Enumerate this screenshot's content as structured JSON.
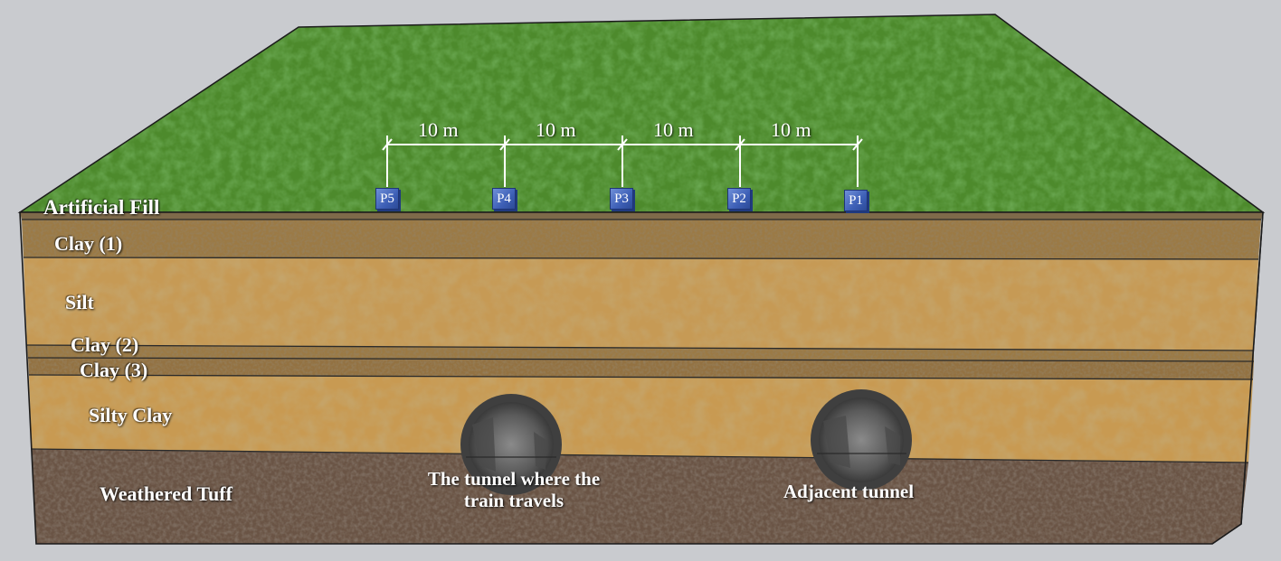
{
  "layers": {
    "artificial_fill": "Artificial Fill",
    "clay_1": "Clay (1)",
    "silt": "Silt",
    "clay_2": "Clay (2)",
    "clay_3": "Clay (3)",
    "silty_clay": "Silty Clay",
    "weathered_tuff": "Weathered Tuff"
  },
  "spacing": [
    "10 m",
    "10 m",
    "10 m",
    "10 m"
  ],
  "points": [
    "P5",
    "P4",
    "P3",
    "P2",
    "P1"
  ],
  "tunnels": {
    "train_tunnel_line1": "The tunnel where the",
    "train_tunnel_line2": "train travels",
    "adjacent_tunnel": "Adjacent tunnel"
  },
  "colors": {
    "background": "#c9cbcf",
    "grass": "#4d8a2c",
    "clay": "#9b7a45",
    "silt": "#c69a55",
    "silty_clay": "#c89a52",
    "weathered_tuff": "#6a5445",
    "monitoring_point": "#3d5fb6"
  }
}
